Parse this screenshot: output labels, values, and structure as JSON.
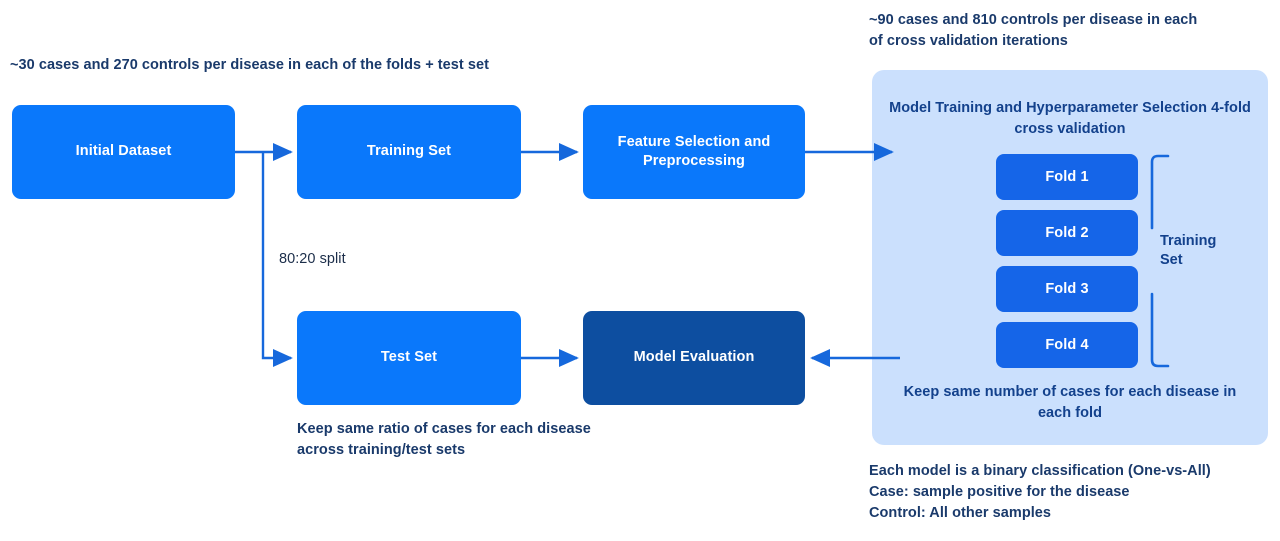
{
  "colors": {
    "node_primary": "#0a78fb",
    "node_dark": "#0d4ea0",
    "fold_box": "#1565e8",
    "panel_background": "#cbe0fd",
    "connector": "#1668dc",
    "annotation_text": "#1a3a6b",
    "panel_text": "#13418c",
    "page_background": "#ffffff"
  },
  "notes": {
    "top_left": "~30 cases and 270 controls per disease in each of the folds + test set",
    "top_right_line1": "~90 cases and 810 controls per disease in each",
    "top_right_line2": "of cross validation iterations",
    "split_ratio": "80:20 split",
    "bottom_left_line1": "Keep same ratio of cases for each disease",
    "bottom_left_line2": "across training/test sets",
    "bottom_right_line1": "Each model is a binary classification (One-vs-All)",
    "bottom_right_line2": "Case: sample positive for the disease",
    "bottom_right_line3": "Control: All other samples"
  },
  "nodes": {
    "initial_dataset": "Initial Dataset",
    "training_set": "Training Set",
    "feature_selection_line1": "Feature Selection and",
    "feature_selection_line2": "Preprocessing",
    "test_set": "Test Set",
    "model_evaluation": "Model Evaluation"
  },
  "cv_panel": {
    "heading_line1": "Model Training and Hyperparameter",
    "heading_line2": "Selection 4-fold cross validation",
    "folds": [
      {
        "label": "Fold 1"
      },
      {
        "label": "Fold 2"
      },
      {
        "label": "Fold 3"
      },
      {
        "label": "Fold 4"
      }
    ],
    "bracket_label_line1": "Training",
    "bracket_label_line2": "Set",
    "note_line1": "Keep same number of cases for each",
    "note_line2": "disease in each fold"
  }
}
